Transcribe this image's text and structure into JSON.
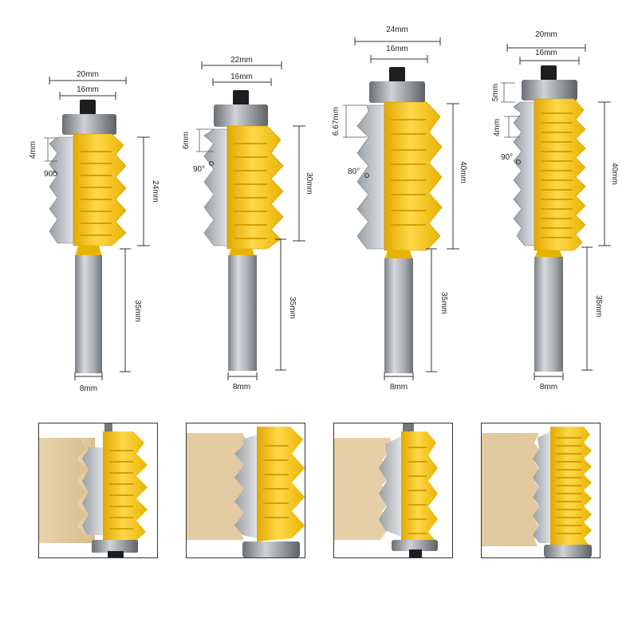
{
  "bits": [
    {
      "top_width": "20mm",
      "bearing_width": "16mm",
      "step": "4mm",
      "angle": "90°",
      "height": "24mm",
      "shank_length": "35mm",
      "shank_dia": "8mm"
    },
    {
      "top_width": "22mm",
      "bearing_width": "16mm",
      "step": "6mm",
      "angle": "90°",
      "height": "30mm",
      "shank_length": "35mm",
      "shank_dia": "8mm"
    },
    {
      "top_width": "24mm",
      "bearing_width": "16mm",
      "step": "6.67mm",
      "angle": "80°",
      "height": "40mm",
      "shank_length": "35mm",
      "shank_dia": "8mm"
    },
    {
      "top_width": "20mm",
      "bearing_width": "16mm",
      "top_offset": "5mm",
      "step": "4mm",
      "angle": "90°",
      "height": "40mm",
      "shank_length": "35mm",
      "shank_dia": "8mm"
    }
  ],
  "colors": {
    "cutter_yellow": "#F5C518",
    "carbide_grey": "#B8BCC0",
    "shank_steel": "#A9AEB3",
    "wood": "#E8CFA8",
    "bearing_dark": "#2A2A2A"
  },
  "icons": [
    "router-bit",
    "bearing",
    "wood-joint"
  ]
}
